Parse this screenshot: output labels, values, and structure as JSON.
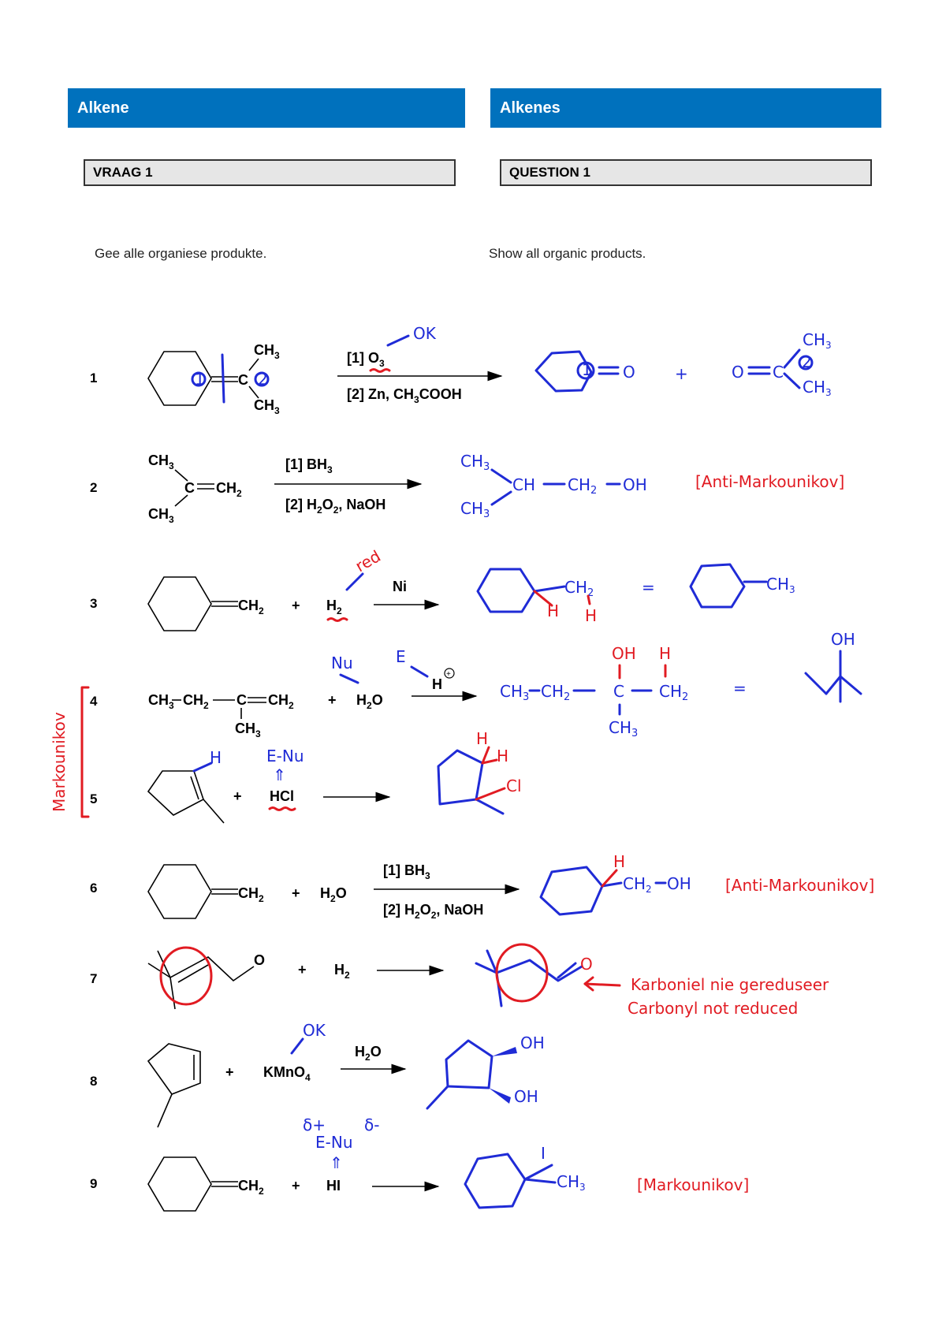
{
  "header": {
    "left_title": "Alkene",
    "right_title": "Alkenes"
  },
  "question": {
    "left_label": "VRAAG 1",
    "right_label": "QUESTION 1"
  },
  "instructions": {
    "left": "Gee alle organiese produkte.",
    "right": "Show all organic products."
  },
  "colors": {
    "header_bg": "#0071bd",
    "ink_blue": "#1f2bd6",
    "ink_red": "#e11b22"
  },
  "reactions": [
    {
      "number": "1",
      "reagent_1": "[1] O",
      "reagent_1_sub": "3",
      "reagent_2": "[2] Zn, CH",
      "reagent_2_sub": "3",
      "reagent_2_end": "COOH",
      "note": "OK"
    },
    {
      "number": "2",
      "reagent_1": "[1] BH",
      "reagent_1_sub": "3",
      "reagent_2": "[2] H",
      "reagent_2_sub": "2",
      "reagent_2_mid": "O",
      "reagent_2_sub2": "2",
      "reagent_2_end": ", NaOH",
      "annotation": "[Anti-Markounikov]"
    },
    {
      "number": "3",
      "reagent": "H",
      "reagent_sub": "2",
      "catalyst": "Ni",
      "note": "red"
    },
    {
      "number": "4",
      "reagent": "H",
      "reagent_sub": "2",
      "reagent_end": "O",
      "cation": "H"
    },
    {
      "number": "5",
      "reagent": "HCl"
    },
    {
      "number": "6",
      "reagent_mid": "H",
      "reagent_mid_sub": "2",
      "reagent_mid_end": "O",
      "reagent_1": "[1] BH",
      "reagent_1_sub": "3",
      "reagent_2": "[2] H",
      "reagent_2_sub": "2",
      "reagent_2_mid": "O",
      "reagent_2_sub2": "2",
      "reagent_2_end": ", NaOH",
      "annotation": "[Anti-Markounikov]"
    },
    {
      "number": "7",
      "reagent": "H",
      "reagent_sub": "2",
      "note_line_1": "Karboniel nie gereduseer",
      "note_line_2": "Carbonyl not reduced"
    },
    {
      "number": "8",
      "reagent": "KMnO",
      "reagent_sub": "4",
      "solvent": "H",
      "solvent_sub": "2",
      "solvent_end": "O",
      "note": "OK"
    },
    {
      "number": "9",
      "reagent": "HI",
      "annotation": "[Markounikov]"
    }
  ],
  "side_annotation": "Markounikov"
}
